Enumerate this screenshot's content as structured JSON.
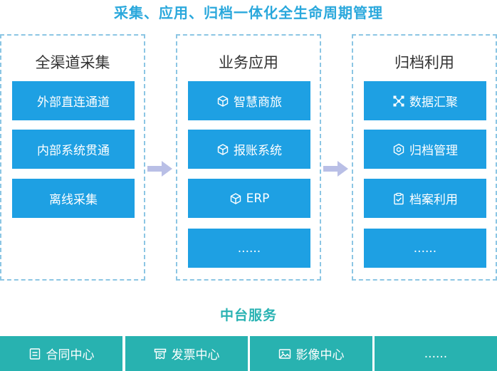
{
  "title": "采集、应用、归档一体化全生命周期管理",
  "columns": [
    {
      "title": "全渠道采集",
      "items": [
        {
          "label": "外部直连通道",
          "icon": ""
        },
        {
          "label": "内部系统贯通",
          "icon": ""
        },
        {
          "label": "离线采集",
          "icon": ""
        }
      ]
    },
    {
      "title": "业务应用",
      "items": [
        {
          "label": "智慧商旅",
          "icon": "cube-icon"
        },
        {
          "label": "报账系统",
          "icon": "cube-icon"
        },
        {
          "label": "ERP",
          "icon": "cube-icon"
        },
        {
          "label": "......",
          "icon": ""
        }
      ]
    },
    {
      "title": "归档利用",
      "items": [
        {
          "label": "数据汇聚",
          "icon": "aggregate-icon"
        },
        {
          "label": "归档管理",
          "icon": "hexagon-icon"
        },
        {
          "label": "档案利用",
          "icon": "clipboard-check-icon"
        },
        {
          "label": "......",
          "icon": ""
        }
      ]
    }
  ],
  "services_title": "中台服务",
  "services": [
    {
      "label": "合同中心",
      "icon": "document-icon"
    },
    {
      "label": "发票中心",
      "icon": "invoice-icon"
    },
    {
      "label": "影像中心",
      "icon": "image-icon"
    },
    {
      "label": "......",
      "icon": ""
    }
  ],
  "colors": {
    "title": "#2aa8dc",
    "block": "#1ea0e3",
    "service": "#28b2b0",
    "arrow": "#b9bfe6",
    "border": "#8cc6e4"
  }
}
